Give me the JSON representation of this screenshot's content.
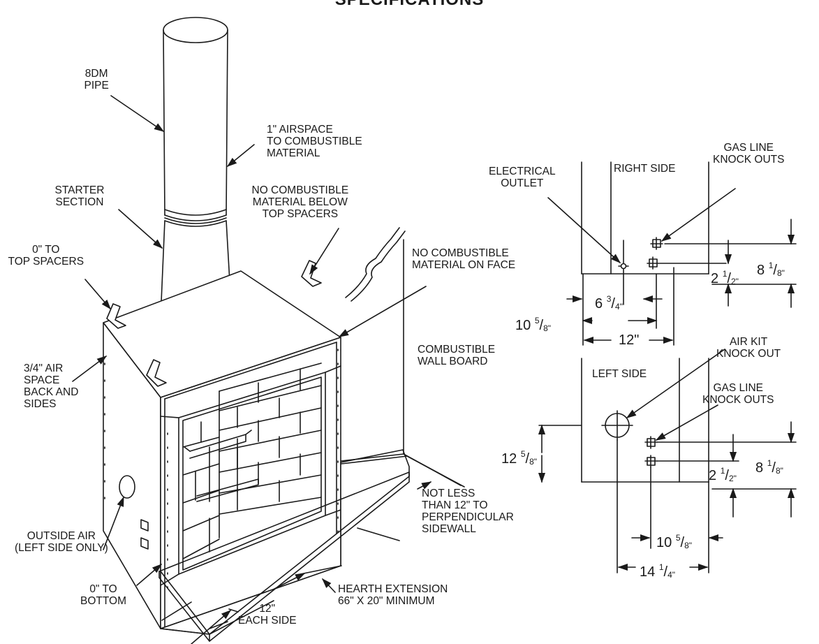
{
  "title": "SPECIFICATIONS",
  "labels": {
    "pipe": [
      "8DM",
      "PIPE"
    ],
    "airspace": [
      "1\" AIRSPACE",
      "TO COMBUSTIBLE",
      "MATERIAL"
    ],
    "starter": [
      "STARTER",
      "SECTION"
    ],
    "top_spacers": [
      "0\" TO",
      "TOP SPACERS"
    ],
    "below_spacers": [
      "NO COMBUSTIBLE",
      "MATERIAL BELOW",
      "TOP SPACERS"
    ],
    "face": [
      "NO COMBUSTIBLE",
      "MATERIAL ON FACE"
    ],
    "wall_board": [
      "COMBUSTIBLE",
      "WALL BOARD"
    ],
    "back_sides": [
      "3/4\" AIR",
      "SPACE",
      "BACK AND",
      "SIDES"
    ],
    "outside_air": [
      "OUTSIDE AIR",
      "(LEFT SIDE ONLY)"
    ],
    "bottom": [
      "0\" TO",
      "BOTTOM"
    ],
    "each_side": [
      "12\"",
      "EACH SIDE"
    ],
    "hearth": [
      "HEARTH EXTENSION",
      "66\" X 20\" MINIMUM"
    ],
    "sidewall": [
      "NOT LESS",
      "THAN 12\" TO",
      "PERPENDICULAR",
      "SIDEWALL"
    ],
    "electrical": [
      "ELECTRICAL",
      "OUTLET"
    ],
    "right_side": "RIGHT SIDE",
    "gas_right": [
      "GAS LINE",
      "KNOCK OUTS"
    ],
    "left_side": "LEFT SIDE",
    "air_kit": [
      "AIR KIT",
      "KNOCK OUT"
    ],
    "gas_left": [
      "GAS LINE",
      "KNOCK OUTS"
    ]
  },
  "dimensions": {
    "r_6": {
      "whole": "6",
      "num": "3",
      "den": "4\""
    },
    "r_10": {
      "whole": "10",
      "num": "5",
      "den": "8\""
    },
    "r_12": {
      "whole": "12\"",
      "num": "",
      "den": ""
    },
    "r_2": {
      "whole": "2",
      "num": "1",
      "den": "2\""
    },
    "r_8": {
      "whole": "8",
      "num": "1",
      "den": "8\""
    },
    "l_12": {
      "whole": "12",
      "num": "5",
      "den": "8\""
    },
    "l_2": {
      "whole": "2",
      "num": "1",
      "den": "2\""
    },
    "l_8": {
      "whole": "8",
      "num": "1",
      "den": "8\""
    },
    "l_10": {
      "whole": "10",
      "num": "5",
      "den": "8\""
    },
    "l_14": {
      "whole": "14",
      "num": "1",
      "den": "4\""
    }
  }
}
